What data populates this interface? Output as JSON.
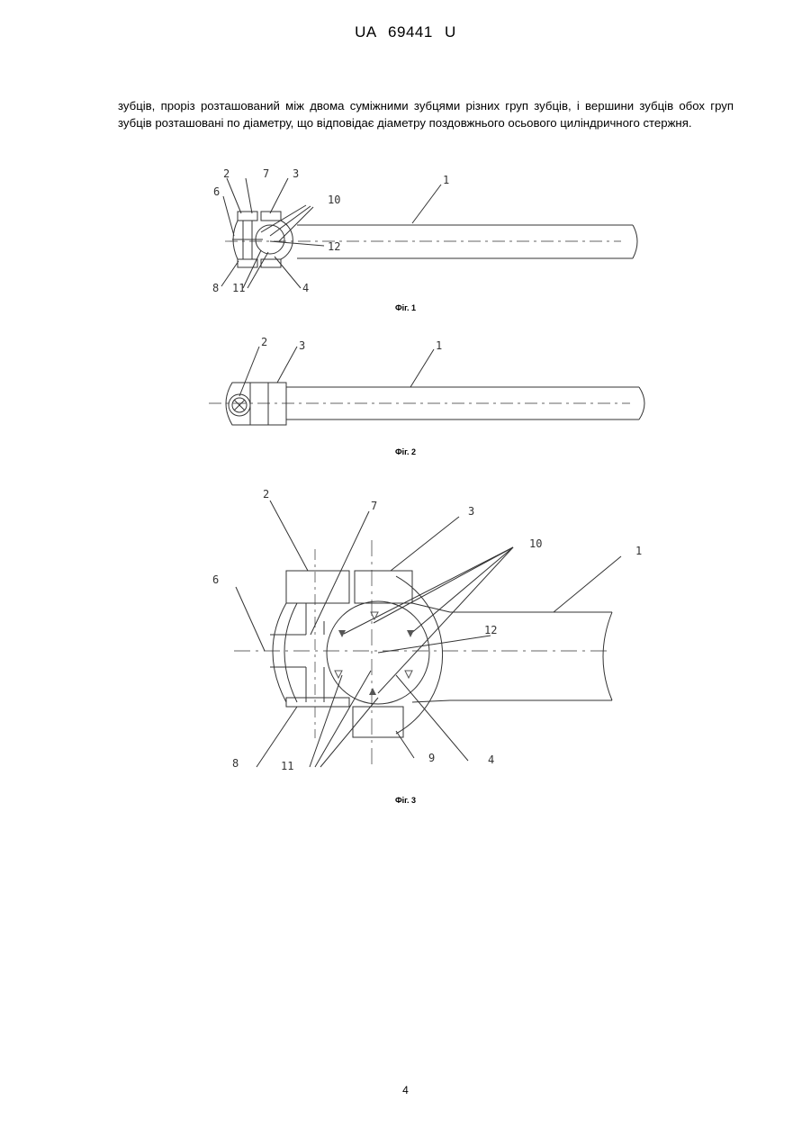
{
  "header": "UA 69441 U",
  "paragraph": "зубців, проріз розташований між двома суміжними зубцями різних груп зубців, і вершини зубців обох груп зубців розташовані по діаметру, що відповідає діаметру поздовжнього осьового циліндричного стержня.",
  "figures": {
    "fig1": {
      "caption": "Фіг. 1",
      "labels": [
        "1",
        "2",
        "3",
        "4",
        "6",
        "7",
        "8",
        "10",
        "11",
        "12"
      ]
    },
    "fig2": {
      "caption": "Фіг. 2",
      "labels": [
        "1",
        "2",
        "3"
      ]
    },
    "fig3": {
      "caption": "Фіг. 3",
      "labels": [
        "1",
        "2",
        "3",
        "4",
        "6",
        "7",
        "8",
        "9",
        "10",
        "11",
        "12"
      ]
    }
  },
  "page_number": "4"
}
